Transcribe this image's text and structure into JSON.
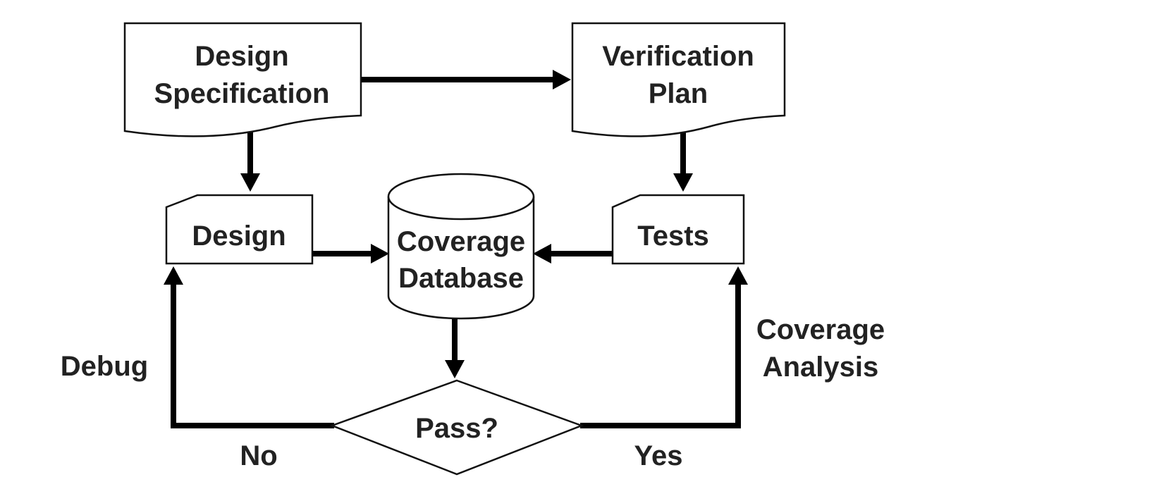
{
  "nodes": {
    "design_spec": {
      "line1": "Design",
      "line2": "Specification"
    },
    "verification_plan": {
      "line1": "Verification",
      "line2": "Plan"
    },
    "design": {
      "label": "Design"
    },
    "coverage_db": {
      "line1": "Coverage",
      "line2": "Database"
    },
    "tests": {
      "label": "Tests"
    },
    "pass": {
      "label": "Pass?"
    }
  },
  "edge_labels": {
    "debug": "Debug",
    "coverage_analysis_line1": "Coverage",
    "coverage_analysis_line2": "Analysis",
    "no": "No",
    "yes": "Yes"
  },
  "colors": {
    "stroke": "#111111",
    "text": "#222222",
    "background": "#ffffff"
  }
}
